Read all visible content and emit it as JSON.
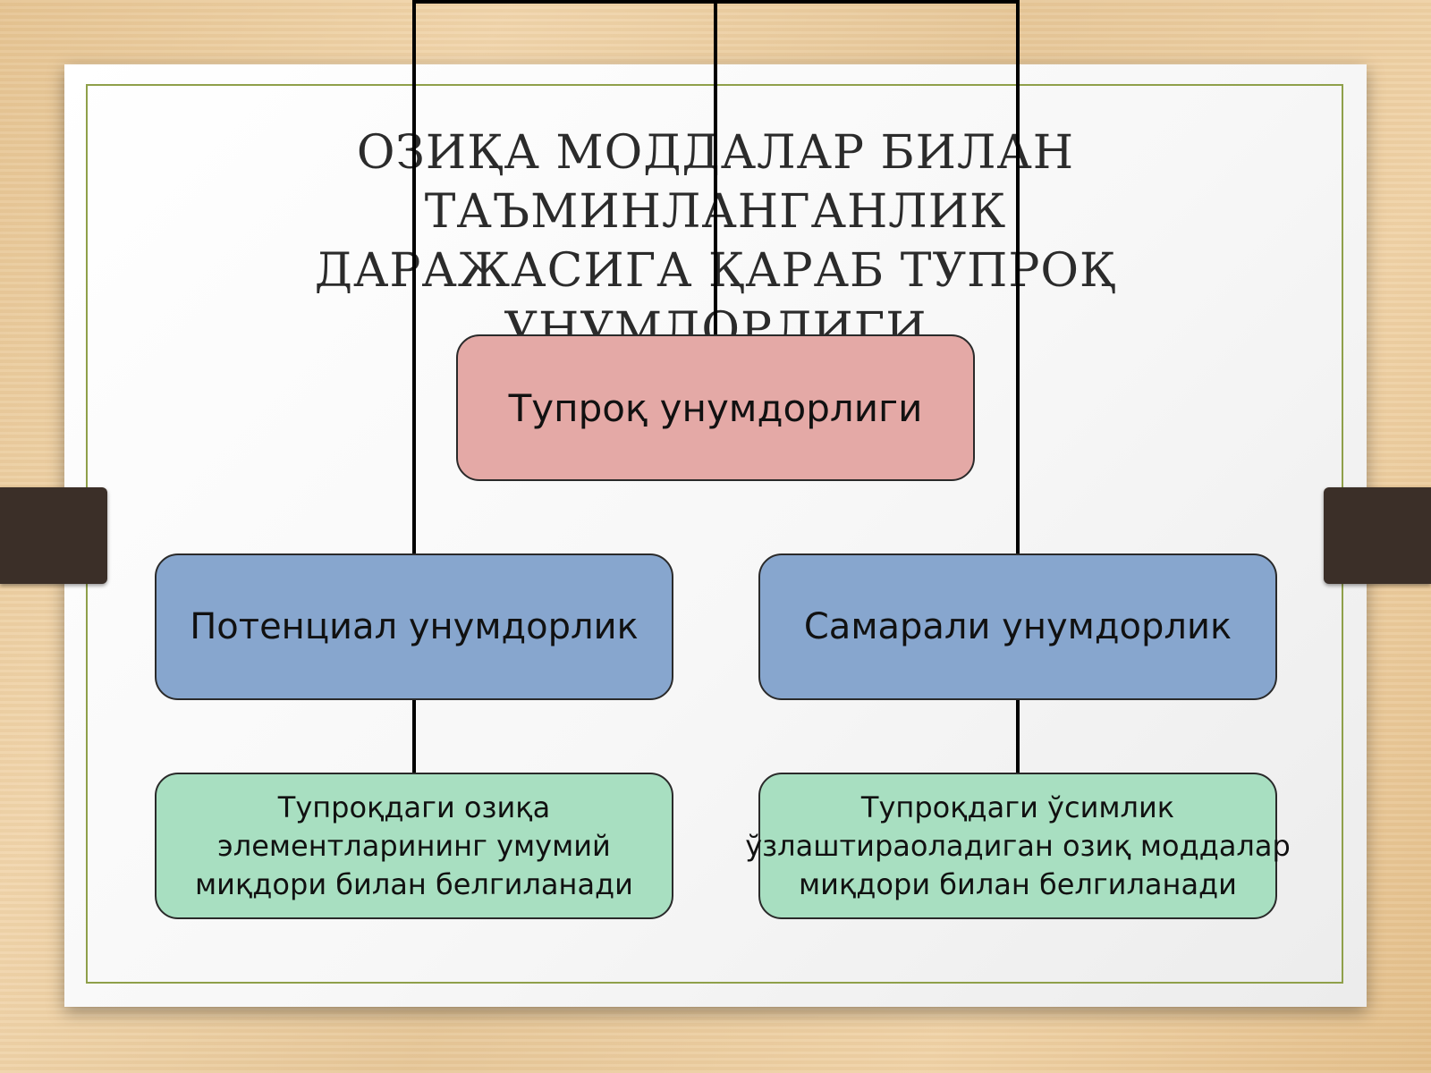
{
  "title": {
    "line1": "ОЗИҚА МОДДАЛАР БИЛАН ТАЪМИНЛАНГАНЛИК",
    "line2": "ДАРАЖАСИГА ҚАРАБ ТУПРОҚ УНУМДОРЛИГИ"
  },
  "root": {
    "label": "Тупроқ унумдорлиги"
  },
  "branches": [
    {
      "label": "Потенциал унумдорлик",
      "description": [
        "Тупроқдаги озиқа",
        "элементларининг умумий",
        "миқдори билан белгиланади"
      ]
    },
    {
      "label": "Самарали унумдорлик",
      "description": [
        "Тупроқдаги ўсимлик",
        "ўзлаштираоладиган озиқ моддалар",
        "миқдори билан белгиланади"
      ]
    }
  ],
  "colors": {
    "root": "#e4a9a6",
    "branch": "#87a6ce",
    "leaf": "#a8dfc1",
    "frame": "#8fa04a"
  }
}
